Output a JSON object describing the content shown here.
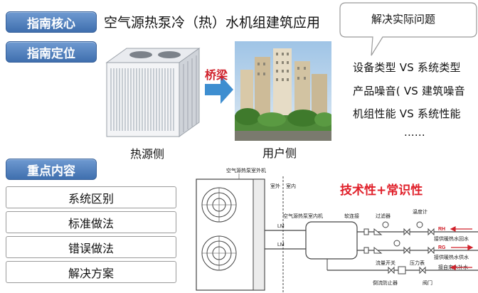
{
  "pills": {
    "core": "指南核心",
    "position": "指南定位",
    "key": "重点内容"
  },
  "title": "空气源热泵冷（热）水机组建筑应用",
  "bubble": "解决实际问题",
  "left_caption": "热源侧",
  "bridge": "桥梁",
  "right_caption": "用户侧",
  "comparisons": [
    "设备类型 VS 系统类型",
    "产品噪音( VS 建筑噪音",
    "机组性能 VS 系统性能",
    "......"
  ],
  "key_items": [
    "系统区别",
    "标准做法",
    "错误做法",
    "解决方案"
  ],
  "tech_label": "技术性+常识性",
  "diagram": {
    "outdoor_unit": "空气源热泵室外机",
    "outdoor": "室外",
    "indoor": "室内",
    "indoor_unit": "空气源热泵室内机",
    "soft_conn": "软连接",
    "filter": "过滤器",
    "thermometer": "温度计",
    "lm": "LM",
    "rh": "RH",
    "rg": "RG",
    "return_water": "接供暖热水回水",
    "supply_water": "接供暖热水供水",
    "flow_switch": "流量开关",
    "pressure_gauge": "压力表",
    "tap_water": "接自来水补水",
    "backflow": "倒流防止器",
    "valve": "阀门"
  },
  "colors": {
    "pill": "#3f6fae",
    "accent_red": "#d0202a",
    "arrow": "#3e8ed0"
  }
}
